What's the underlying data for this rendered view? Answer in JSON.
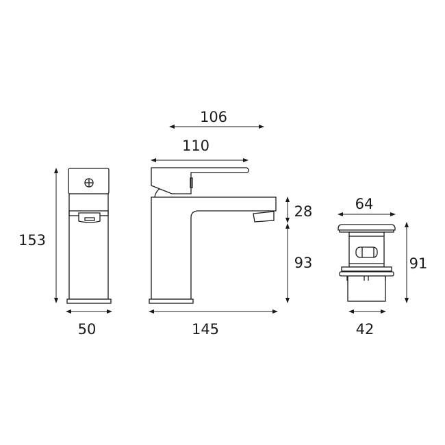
{
  "title": "Basin mixer tap dimensions diagram",
  "dimensions": {
    "front_height": "153",
    "front_width": "50",
    "lever_top_span": "106",
    "lever_length": "110",
    "spout_depth": "28",
    "spout_height": "93",
    "side_total_depth": "145",
    "waste_cap_diameter": "64",
    "waste_height": "91",
    "waste_body_diameter": "42"
  },
  "colors": {
    "line": "#1a1a1a",
    "background": "#ffffff"
  }
}
